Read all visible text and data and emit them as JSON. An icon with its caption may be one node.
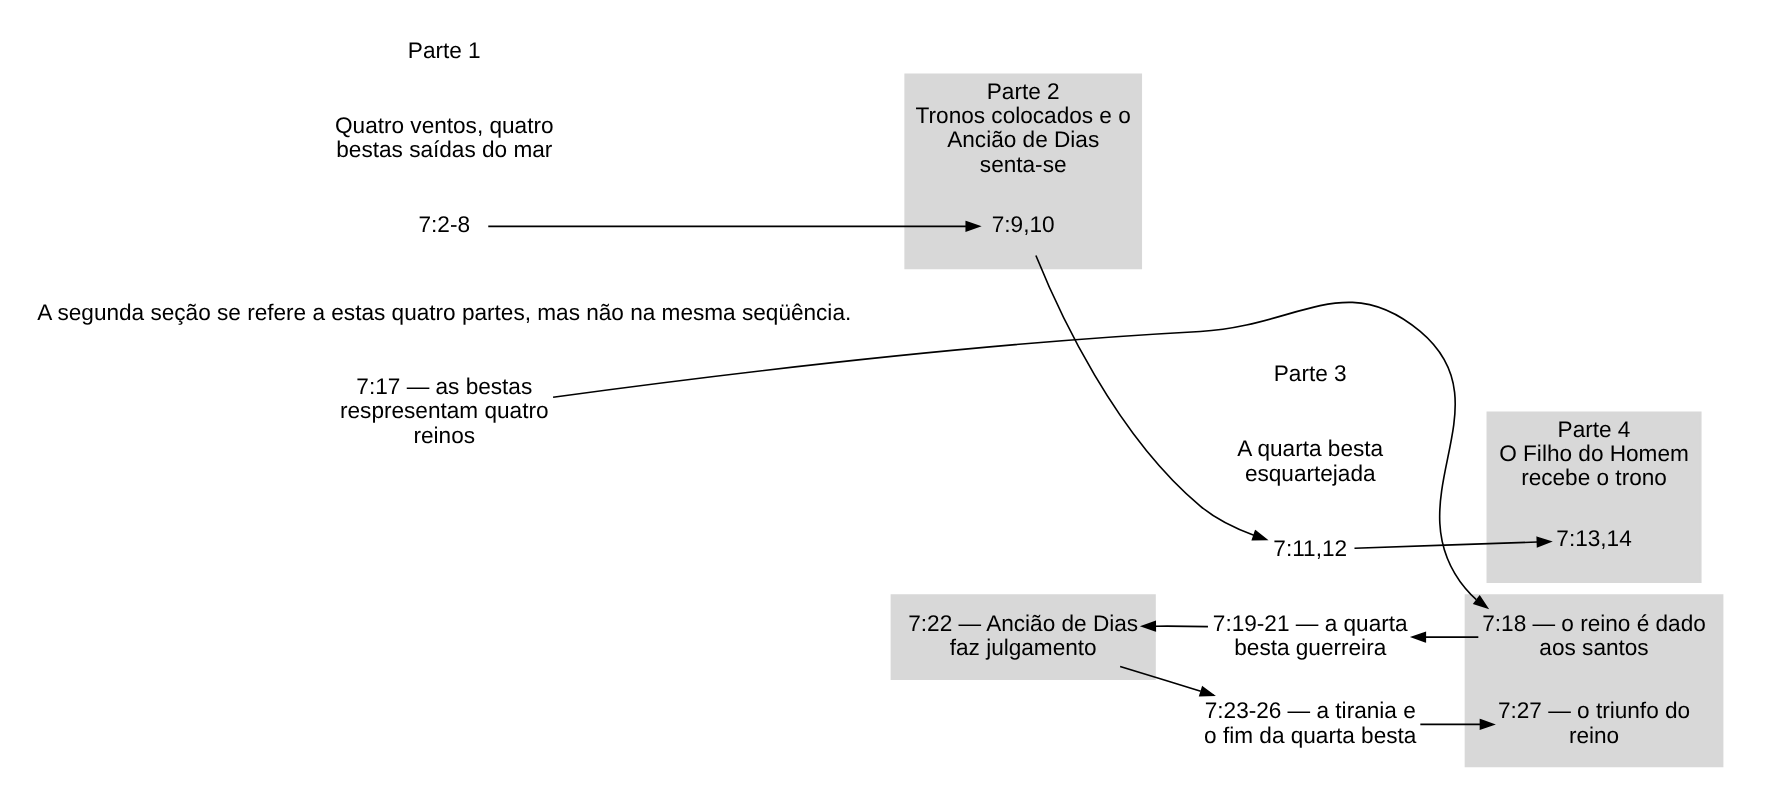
{
  "diagram": {
    "nodes": [
      {
        "text": [
          "Parte 2",
          "Tronos colocados e o Ancião de Dias senta-se"
        ]
      },
      {
        "text": [
          "Parte 4",
          "O Filho do Homem recebe o trono"
        ]
      },
      {
        "text": [
          "7:2-8"
        ]
      },
      {
        "text": [
          "7:9,10"
        ],
        "in": 0
      },
      {
        "text": [
          "7:11,12"
        ]
      },
      {
        "text": [
          "7:13,14"
        ],
        "in": 1
      },
      {
        "text": [],
        "shape": "box"
      },
      {
        "text": [],
        "shape": "box"
      },
      {
        "text": [
          "7:17 — as bestas respresentam quatro reinos"
        ]
      },
      {
        "text": [
          "7:18 — o reino é dado aos santos"
        ],
        "in": 7
      },
      {
        "text": [
          "7:19-21 — a quarta besta guerreira"
        ]
      },
      {
        "text": [
          "7:22 — Ancião de Dias faz julgamento"
        ],
        "in": 6
      },
      {
        "text": [
          "7:23-26 — a tirania e o fim da quarta besta"
        ]
      },
      {
        "text": [
          "7:27 — o triunfo do reino"
        ],
        "in": 7
      }
    ],
    "edges": [
      {
        "from": 2,
        "to": 3,
        "arrow": "to"
      },
      {
        "from": 3,
        "to": 4,
        "arrow": "to"
      },
      {
        "from": 4,
        "to": 5,
        "arrow": "to"
      },
      {
        "from": 8,
        "to": 9,
        "arrow": "to"
      },
      {
        "from": 9,
        "to": 10,
        "arrow": "to"
      },
      {
        "from": 10,
        "to": 11,
        "arrow": "to"
      },
      {
        "from": 11,
        "to": 12,
        "arrow": "to"
      },
      {
        "from": 12,
        "to": 13,
        "arrow": "to"
      }
    ],
    "labels": [
      "Parte 1",
      "Quatro ventos, quatro bestas saídas do mar",
      "Parte 3",
      "A quarta besta esquartejada",
      "A segunda seção se refere a estas quatro partes, mas não na mesma seqüência."
    ]
  }
}
